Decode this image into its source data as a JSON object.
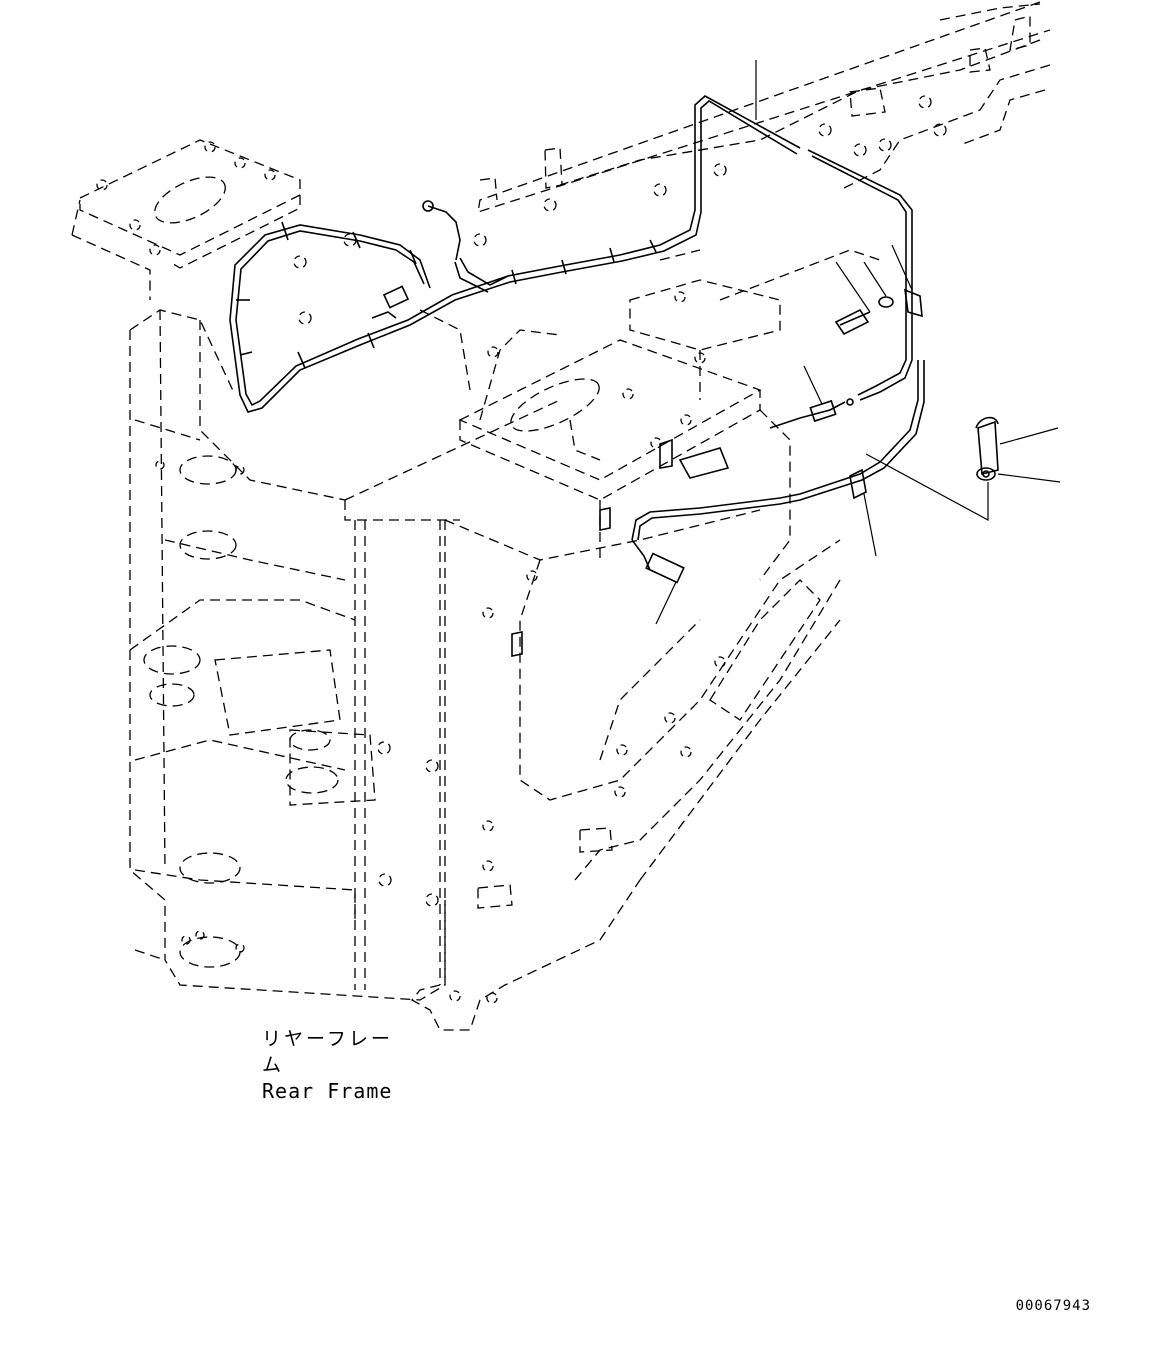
{
  "frame_label": {
    "japanese": "リヤーフレーム",
    "english": "Rear Frame"
  },
  "drawing_number": "00067943",
  "colors": {
    "line": "#000000",
    "background": "#ffffff"
  }
}
